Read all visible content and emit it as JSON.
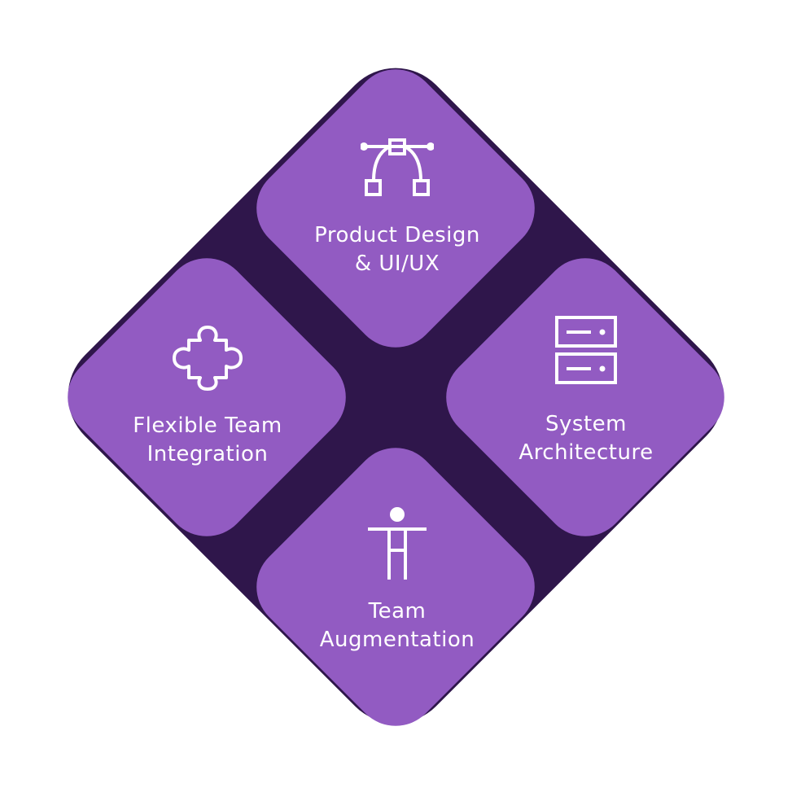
{
  "colors": {
    "frame": "#2f164b",
    "tile": "#925bc2",
    "text": "#ffffff"
  },
  "tiles": {
    "top": {
      "line1": "Product Design",
      "line2": "& UI/UX",
      "icon": "bezier-pen-icon"
    },
    "left": {
      "line1": "Flexible Team",
      "line2": "Integration",
      "icon": "puzzle-piece-icon"
    },
    "right": {
      "line1": "System",
      "line2": "Architecture",
      "icon": "server-icon"
    },
    "bottom": {
      "line1": "Team",
      "line2": "Augmentation",
      "icon": "person-icon"
    }
  }
}
